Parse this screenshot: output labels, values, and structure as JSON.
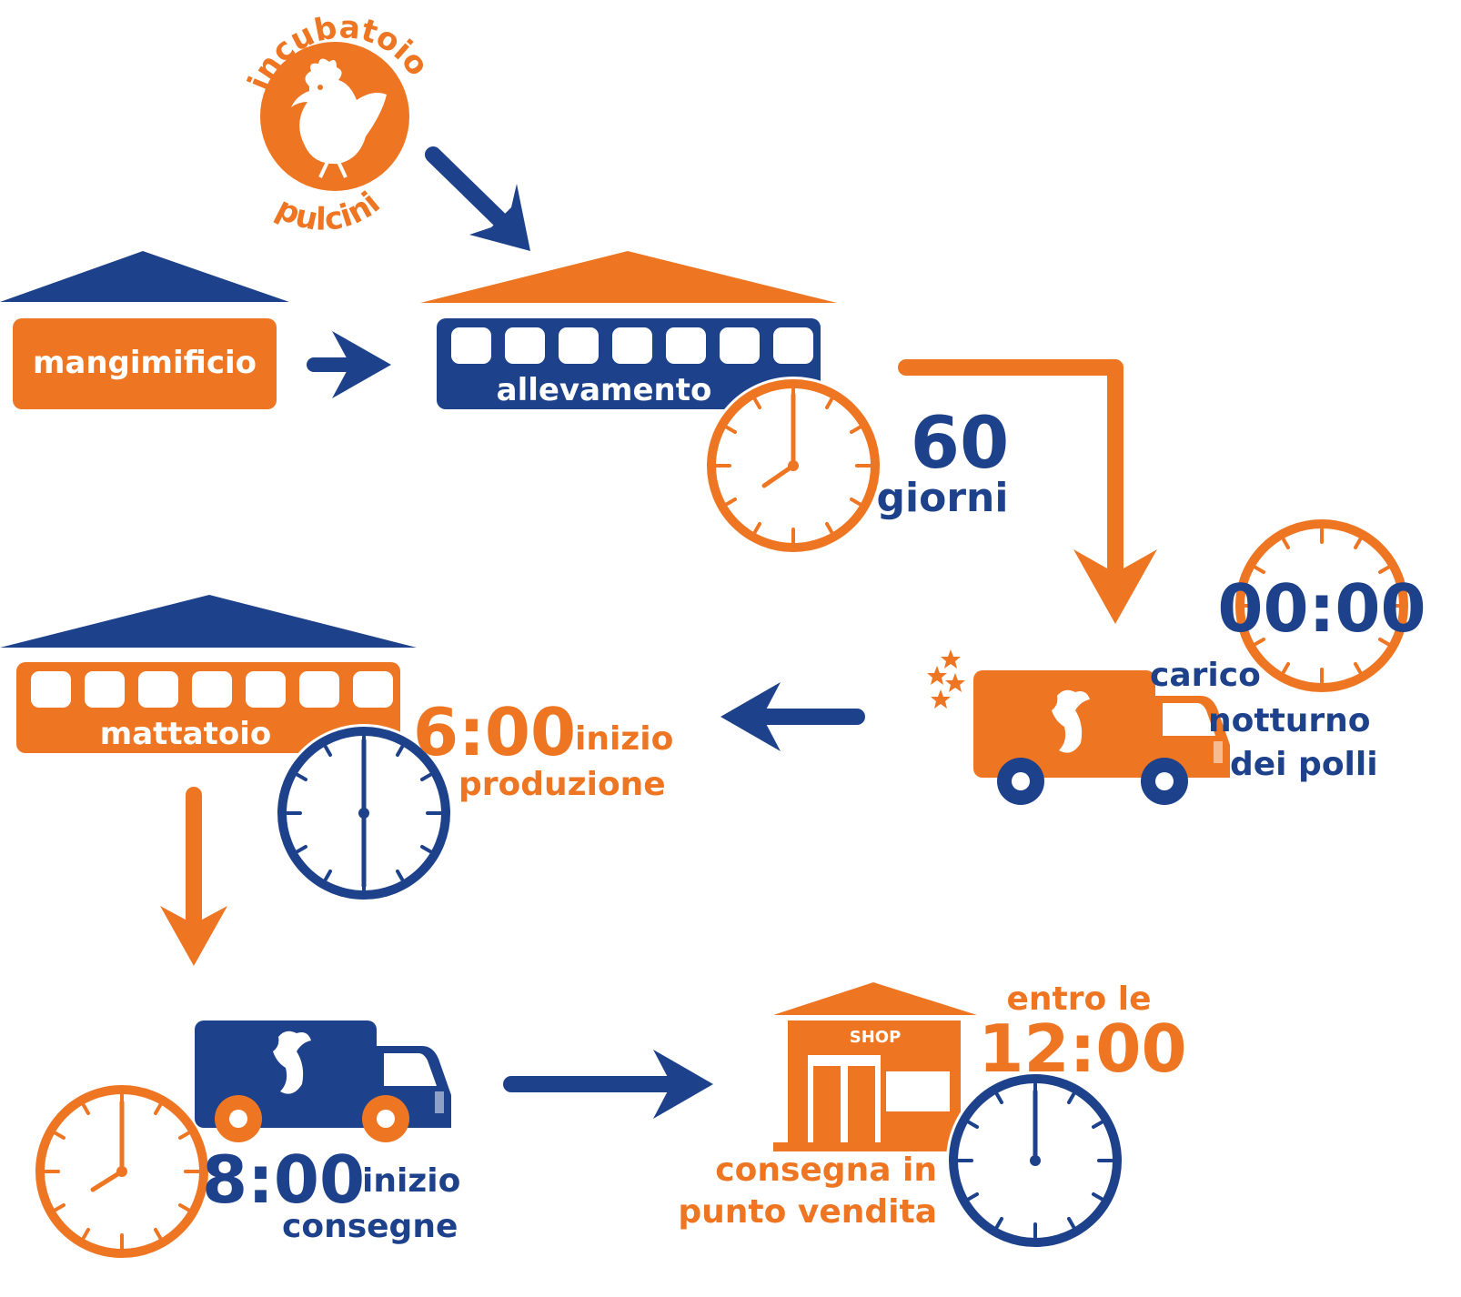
{
  "colors": {
    "orange": "#ee7623",
    "blue": "#1d418a",
    "white": "#ffffff"
  },
  "incubatoio": {
    "top_label": "incubatoio",
    "bottom_label": "pulcini",
    "icon": "rooster-icon"
  },
  "mangimificio": {
    "label": "mangimificio"
  },
  "allevamento": {
    "label": "allevamento"
  },
  "allevamento_time": {
    "number": "60",
    "unit": "giorni"
  },
  "carico": {
    "clock_time": "00:00",
    "line1": "carico",
    "line2": "notturno",
    "line3": "dei polli"
  },
  "mattatoio": {
    "label": "mattatoio",
    "time": "6:00",
    "line1": "inizio",
    "line2": "produzione"
  },
  "consegne": {
    "time": "8:00",
    "line1": "inizio",
    "line2": "consegne"
  },
  "shop": {
    "sign": "SHOP",
    "pre": "entro le",
    "time": "12:00",
    "line1": "consegna in",
    "line2": "punto vendita"
  }
}
